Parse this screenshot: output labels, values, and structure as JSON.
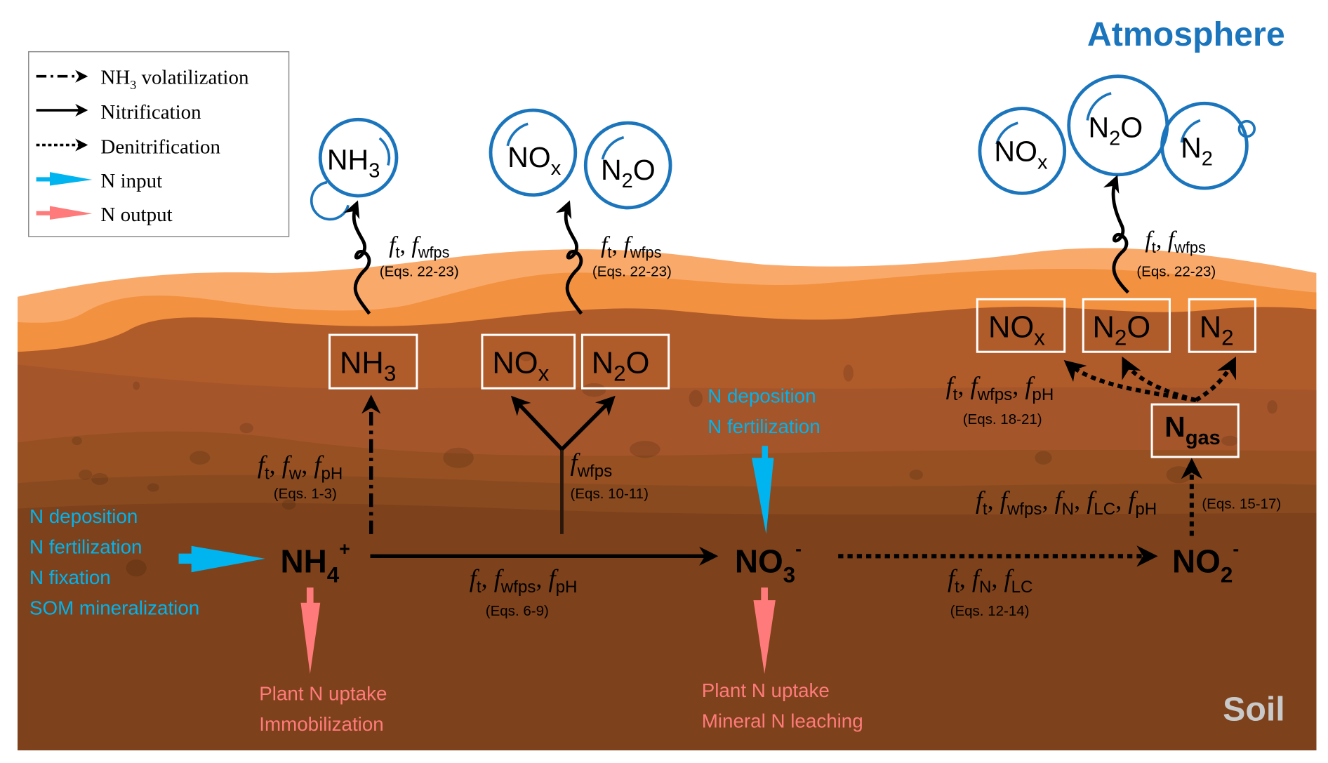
{
  "title_atmosphere": "Atmosphere",
  "title_soil": "Soil",
  "colors": {
    "atmosphere_blue": "#1b75bc",
    "n_input": "#00b4ef",
    "n_output": "#ff7b7b",
    "soil_top_light": "#f9a96a",
    "soil_top": "#f2913f",
    "soil_mid": "#b05b2a",
    "soil_deep": "#7d411b",
    "box_border": "#ffffff"
  },
  "legend": {
    "items": [
      {
        "style": "dash-dot",
        "label_main": "NH",
        "label_sub": "3",
        "label_rest": " volatilization"
      },
      {
        "style": "solid",
        "label": "Nitrification"
      },
      {
        "style": "dotted",
        "label": "Denitrification"
      },
      {
        "style": "blue-arrow",
        "label": "N input"
      },
      {
        "style": "pink-arrow",
        "label": "N output"
      }
    ]
  },
  "atmosphere_species": {
    "nh3": {
      "main": "NH",
      "sub": "3"
    },
    "nox_1": {
      "main": "NO",
      "sub": "x"
    },
    "n2o_1": {
      "main": "N",
      "sub": "2",
      "rest": "O"
    },
    "nox_2": {
      "main": "NO",
      "sub": "x"
    },
    "n2o_2": {
      "main": "N",
      "sub": "2",
      "rest": "O"
    },
    "n2_2": {
      "main": "N",
      "sub": "2"
    }
  },
  "emission_factors": {
    "label_f1": "f",
    "sub_t": "t",
    "comma": ", ",
    "label_f2": "f",
    "sub_wfps": "wfps",
    "eqs": "(Eqs. 22-23)"
  },
  "soil_boxes": {
    "nh3": {
      "main": "NH",
      "sub": "3"
    },
    "nox_1": {
      "main": "NO",
      "sub": "x"
    },
    "n2o_1": {
      "main": "N",
      "sub": "2",
      "rest": "O"
    },
    "nox_2": {
      "main": "NO",
      "sub": "x"
    },
    "n2o_2": {
      "main": "N",
      "sub": "2",
      "rest": "O"
    },
    "n2_2": {
      "main": "N",
      "sub": "2"
    },
    "ngas": {
      "main": "N",
      "sub": "gas"
    }
  },
  "pools": {
    "nh4": {
      "main": "NH",
      "sub": "4",
      "sup": "+"
    },
    "no3": {
      "main": "NO",
      "sub": "3",
      "sup": "-"
    },
    "no2": {
      "main": "NO",
      "sub": "2",
      "sup": "-"
    }
  },
  "factors": {
    "volatilization": {
      "subs": [
        "t",
        "w",
        "pH"
      ],
      "eqs": "(Eqs. 1-3)"
    },
    "nitrification": {
      "subs": [
        "t",
        "wfps",
        "pH"
      ],
      "eqs": "(Eqs. 6-9)"
    },
    "nitrif_gas": {
      "subs": [
        "wfps"
      ],
      "eqs": "(Eqs. 10-11)"
    },
    "denitrif_1": {
      "subs": [
        "t",
        "N",
        "LC"
      ],
      "eqs": "(Eqs. 12-14)"
    },
    "denitrif_2": {
      "subs": [
        "t",
        "wfps",
        "N",
        "LC",
        "pH"
      ],
      "eqs": "(Eqs. 15-17)"
    },
    "denitrif_3": {
      "subs": [
        "t",
        "wfps",
        "pH"
      ],
      "eqs": "(Eqs. 18-21)"
    }
  },
  "inputs_nh4": [
    "N deposition",
    "N fertilization",
    "N fixation",
    "SOM mineralization"
  ],
  "inputs_no3": [
    "N deposition",
    "N fertilization"
  ],
  "outputs_nh4": [
    "Plant N uptake",
    "Immobilization"
  ],
  "outputs_no3": [
    "Plant N uptake",
    "Mineral N leaching"
  ]
}
